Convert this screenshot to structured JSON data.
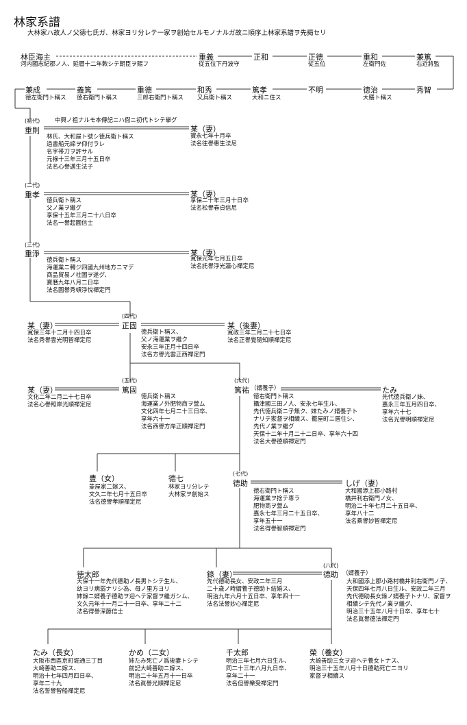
{
  "title": "林家系譜",
  "subtitle": "大林家ハ故人ノ父德七氏ガ、林家ヨリ分レテ一家ヲ創始セルモノナルガ故ニ順序上林家系譜ヲ先掲セリ",
  "row1": {
    "n1": "林臣海主",
    "d1": "河内國志紀郡ノ人、延暦十二年敕シテ朝臣ヲ賜フ",
    "n2": "重義",
    "d2": "従五位下丹波守",
    "n3": "正和",
    "n4": "正德",
    "d4": "従五位",
    "n5": "重和",
    "d5": "左衛門佐",
    "n6": "兼篤",
    "d6": "右近將監"
  },
  "row2": {
    "n1": "兼成",
    "d1": "徳左衛門ト稱ス",
    "n2": "義篤",
    "d2": "徳右衛門ト稱ス",
    "n3": "重德",
    "d3": "三郎右衛門ト稱ス",
    "n4": "和秀",
    "d4": "又兵衛ト稱ス",
    "n5": "篤孝",
    "d5": "大和ニ住ス",
    "n6": "不明",
    "n7": "徳治",
    "d7": "大膳ト稱ス",
    "n8": "秀智"
  },
  "g1": {
    "gen": "(初代)",
    "name": "重則",
    "note": "中興ノ祖ナルモ本傳記ニハ假ニ初代トシテ擧グ",
    "desc": "林氏、大和屋ト號シ徳兵衛ト稱ス\n過書船元締ヲ仰付ラレ\n名字帯刀ヲ許サル\n元祿十三年三月十五日卒\n法名心譽邁生法子",
    "wife": "某（妻）",
    "wdesc": "寶永七年十月卒\n法名往譽惠生法尼"
  },
  "g2": {
    "gen": "(二代)",
    "name": "重孝",
    "desc": "徳兵衛ト稱ス\n父ノ業ヲ繼グ\n享保十五年三月二十八日卒\n法名一譽起圓信士",
    "wife": "某（妻）",
    "wdesc": "享保二十年三月十日卒\n法名松譽春貞信尼"
  },
  "g3": {
    "gen": "(三代)",
    "name": "重淨",
    "desc": "徳兵衛ト稱ス\n海運業ニ轉ジ四國九州地方ニマデ\n商品貿易ノ社圖ヲ遂グ、\n寶曆九年八月二日卒\n法名圓譽秀頓淨悅禪定門",
    "wife": "某（妻）",
    "wdesc": "寛保元年七月五日卒\n法名託譽淨光蓮心禪定尼"
  },
  "g4": {
    "gen": "(四代)",
    "name": "正固",
    "desc": "徳兵衛ト稱ス、\n父ノ海運業ヲ繼ク\n安永三年正月十四日卒\n法名方譽光雲正西禪定門",
    "wife1": "某（妻）",
    "w1desc": "寛保三年十二月十四日卒\n法名秀譽雲光明智禪定尼",
    "wife2": "某（後妻）",
    "w2desc": "寛政三年二月二十七日卒\n法名正譽覺隨知順禪定尼"
  },
  "g5": {
    "gen": "(五代)",
    "name": "篤固",
    "desc": "徳兵衛ト稱ス\n海運業ノ外肥物商ヲ營ム\n文化四年七月二十三日卒、\n享年六十一\n法名西譽方岸正順禪定門",
    "wife": "某（妻）",
    "wdesc": "文化二年二月二十七日卒\n法名心譽照岸光順禪定尼"
  },
  "g6": {
    "gen": "(六代)",
    "name": "篤祐",
    "tag": "（婿養子）",
    "desc": "徳右衛門ト稱ス\n攝津國三田ノ人、安永七年生ル、\n先代徳兵衛ニ子無ク、妹たみノ婿養子ト\nナリテ家督ヲ相續ス、籠屋町ニ居住シ、\n先代ノ業ヲ繼グ\n天保十二年十月二十二日卒、享年六十四\n法名大譽德順禪定門",
    "wife": "たみ",
    "wdesc": "先代徳兵衛ノ妹、\n嘉永三年五月四日卒、\n享年六十七\n法名光譽明順禪定尼"
  },
  "g7": {
    "gen": "(七代)",
    "name": "德助",
    "desc": "徳右衛門ト稱ス\n海運業ヲ捨テ専ラ\n肥物商ヲ營ム\n嘉永七年三月二十五日卒、\n享年五十一\n法名得譽智順禪定門",
    "wife": "しげ（妻）",
    "wdesc": "大和國添上郡小路村\n橋井利右衛門ノ女、\n明治二十年七月二十五日卒、\n享年八十二\n法名乘譽妙智禪定尼",
    "sib1": "豊（女）",
    "sib1desc": "菱屋家二嫁ス、\n文久二年七月十五日卒\n法名德譽孝順禪定尼",
    "sib2": "德七",
    "sib2desc": "林家ヨリ分レテ\n大林家ヲ創始ス"
  },
  "g8": {
    "gen": "(八代)",
    "name": "德助",
    "tag": "（婿養子）",
    "desc": "大和國添上郡小路村橋井利右衛門ノ子、\n天保四年七月八日生ル、安政二年三月\n先代德助長女錄ノ婿養子トナリ、家督ヲ\n相續シテ先代ノ業ヲ繼グ、\n明治三十五年八月十日卒、享年七十\n法名眞譽德法禪定門",
    "wife": "錄（妻）",
    "wdesc": "先代德助長女、安政二年三月\n二十歳ノ時婿養子德助ト結婚ス、\n明治九年六月十五日卒、享年四十一\n法名法譽妙心禪定尼",
    "sib1": "徳太郎",
    "sib1desc": "天保十一年先代德助ノ長男トシテ生ル、\n幼ヨリ病弱ナリシ為、母ノ里方ヨリ\n姉錄ニ婿養子德助ヲ迎ヘテ家督ヲ繼ガシム、\n文久元年十一月二十一日卒、享年二十二\n法名得譽深藤信士"
  },
  "g9": {
    "c1": "たみ（長女）",
    "c1desc": "大阪市西區京町堀通三丁目\n大崎善助二嫁ス、\n明治十七年四月四日卒、\n享年二十九\n法名誓譽智船禪定尼",
    "c2": "かめ（二女）",
    "c2desc": "姉たみ死亡ノ爲後妻トシテ\n前記大崎善助ニ嫁ス、\n明治二十年五月十一日卒\n法名眞譽光順禪定尼",
    "c3": "千太郎",
    "c3desc": "明治三年七月六日生ル、\n同二十三年八月九日卒、\n享年二十一\n法名但譽樂受禪定門",
    "c4": "榮（養女）",
    "c4desc": "大崎善助三女ヲ迎ヘテ養女トナス、\n明治三十五年八月十日德助死亡ニヨリ\n家督ヲ相續ス"
  }
}
